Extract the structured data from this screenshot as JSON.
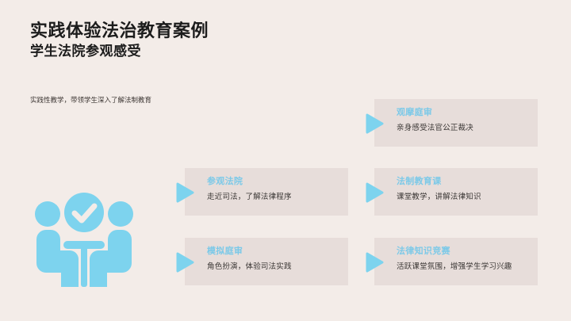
{
  "page": {
    "background_color": "#f3ece8",
    "accent_color": "#7cc9e8",
    "card_background_color": "#e7ddda",
    "heading_color": "#1c1c1c"
  },
  "header": {
    "title": "实践体验法治教育案例",
    "subtitle": "学生法院参观感受"
  },
  "intro": {
    "text": "实践性教学，带领学生深入了解法制教育"
  },
  "illustration": {
    "name": "court-people-check-illustration",
    "color": "#7dd3ee"
  },
  "cards": [
    {
      "id": "guanmo-tingshen",
      "title": "观摩庭审",
      "description": "亲身感受法官公正裁决",
      "arrow_icon": "play-triangle-icon"
    },
    {
      "id": "canguan-fayuan",
      "title": "参观法院",
      "description": "走近司法，了解法律程序",
      "arrow_icon": "play-triangle-icon"
    },
    {
      "id": "fazhi-jiaoyuke",
      "title": "法制教育课",
      "description": "课堂教学，讲解法律知识",
      "arrow_icon": "play-triangle-icon"
    },
    {
      "id": "moni-tingshen",
      "title": "模拟庭审",
      "description": "角色扮演，体验司法实践",
      "arrow_icon": "play-triangle-icon"
    },
    {
      "id": "falv-zhishi-jingsai",
      "title": "法律知识竞赛",
      "description": "活跃课堂氛围，增强学生学习兴趣",
      "arrow_icon": "play-triangle-icon"
    }
  ]
}
